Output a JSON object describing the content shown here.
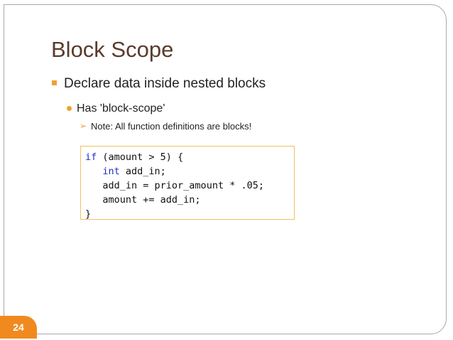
{
  "slide": {
    "title": "Block Scope",
    "bullet_level1": "Declare data inside nested blocks",
    "bullet_level2": "Has 'block-scope'",
    "bullet_level3": "Note:  All function definitions are blocks!",
    "page_number": "24"
  },
  "code": {
    "lines": [
      {
        "keyword": "if",
        "rest": " (amount > 5) {"
      },
      {
        "indent": "   ",
        "keyword": "int",
        "rest": " add_in;"
      },
      {
        "indent": "   ",
        "keyword": "",
        "rest": "add_in = prior_amount * .05;"
      },
      {
        "indent": "   ",
        "keyword": "",
        "rest": "amount += add_in;"
      },
      {
        "keyword": "",
        "rest": "}"
      }
    ]
  },
  "colors": {
    "title": "#5a3b2d",
    "accent": "#f0a030",
    "page_badge": "#f08a1e",
    "keyword": "#1d2fc8",
    "code_border": "#f2c060"
  },
  "icons": {
    "bullet_level1": "square-bullet-icon",
    "bullet_level2": "round-bullet-icon",
    "bullet_level3": "arrowhead-bullet-icon"
  }
}
